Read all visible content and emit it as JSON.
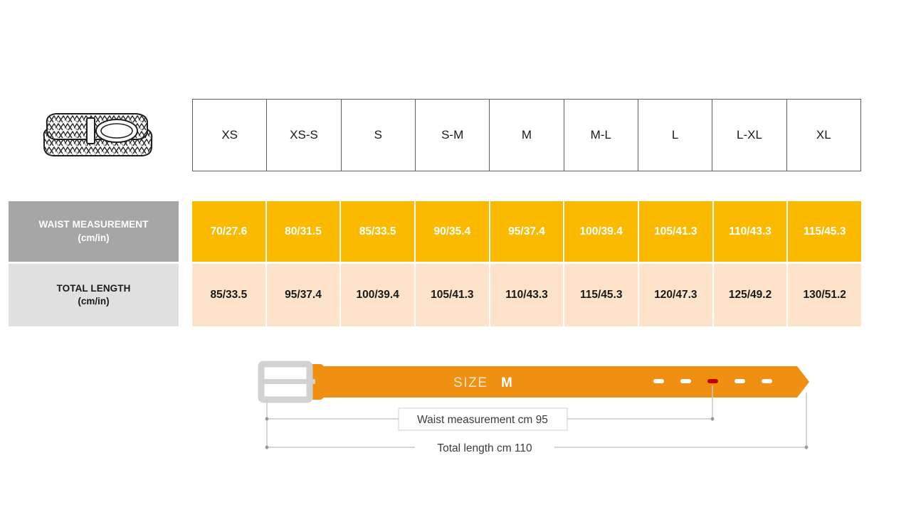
{
  "product_icon": {
    "name": "braided-belt-illustration"
  },
  "size_header": {
    "sizes": [
      "XS",
      "XS-S",
      "S",
      "S-M",
      "M",
      "M-L",
      "L",
      "L-XL",
      "XL"
    ]
  },
  "rows": [
    {
      "label_main": "WAIST MEASUREMENT",
      "label_sub": "(cm/in)",
      "values": [
        "70/27.6",
        "80/31.5",
        "85/33.5",
        "90/35.4",
        "95/37.4",
        "100/39.4",
        "105/41.3",
        "110/43.3",
        "115/45.3"
      ]
    },
    {
      "label_main": "TOTAL LENGTH",
      "label_sub": "(cm/in)",
      "values": [
        "85/33.5",
        "95/37.4",
        "100/39.4",
        "105/41.3",
        "110/43.3",
        "115/45.3",
        "120/47.3",
        "125/49.2",
        "130/51.2"
      ]
    }
  ],
  "diagram": {
    "size_prefix": "SIZE",
    "size_value": "M",
    "waist_label": "Waist measurement cm 95",
    "total_label": "Total length cm 110",
    "holes_count": 5,
    "highlighted_hole_index": 2
  },
  "colors": {
    "waist_fill": "#fbba00",
    "length_fill": "#fce3c9",
    "waist_label_bg": "#a6a6a6",
    "length_label_bg": "#e0e0e0",
    "belt_orange": "#ef9012",
    "buckle_gray": "#d6d6d6",
    "highlight_red": "#c40000",
    "dimension_line": "#c9c9c9"
  },
  "chart_data": {
    "type": "table",
    "title": "Belt size chart",
    "categories": [
      "XS",
      "XS-S",
      "S",
      "S-M",
      "M",
      "M-L",
      "L",
      "L-XL",
      "XL"
    ],
    "series": [
      {
        "name": "Waist measurement (cm)",
        "values": [
          70,
          80,
          85,
          90,
          95,
          100,
          105,
          110,
          115
        ]
      },
      {
        "name": "Waist measurement (in)",
        "values": [
          27.6,
          31.5,
          33.5,
          35.4,
          37.4,
          39.4,
          41.3,
          43.3,
          45.3
        ]
      },
      {
        "name": "Total length (cm)",
        "values": [
          85,
          95,
          100,
          105,
          110,
          115,
          120,
          125,
          130
        ]
      },
      {
        "name": "Total length (in)",
        "values": [
          33.5,
          37.4,
          39.4,
          41.3,
          43.3,
          45.3,
          47.3,
          49.2,
          51.2
        ]
      }
    ],
    "xlabel": "Size",
    "ylabel": "Measurement"
  }
}
